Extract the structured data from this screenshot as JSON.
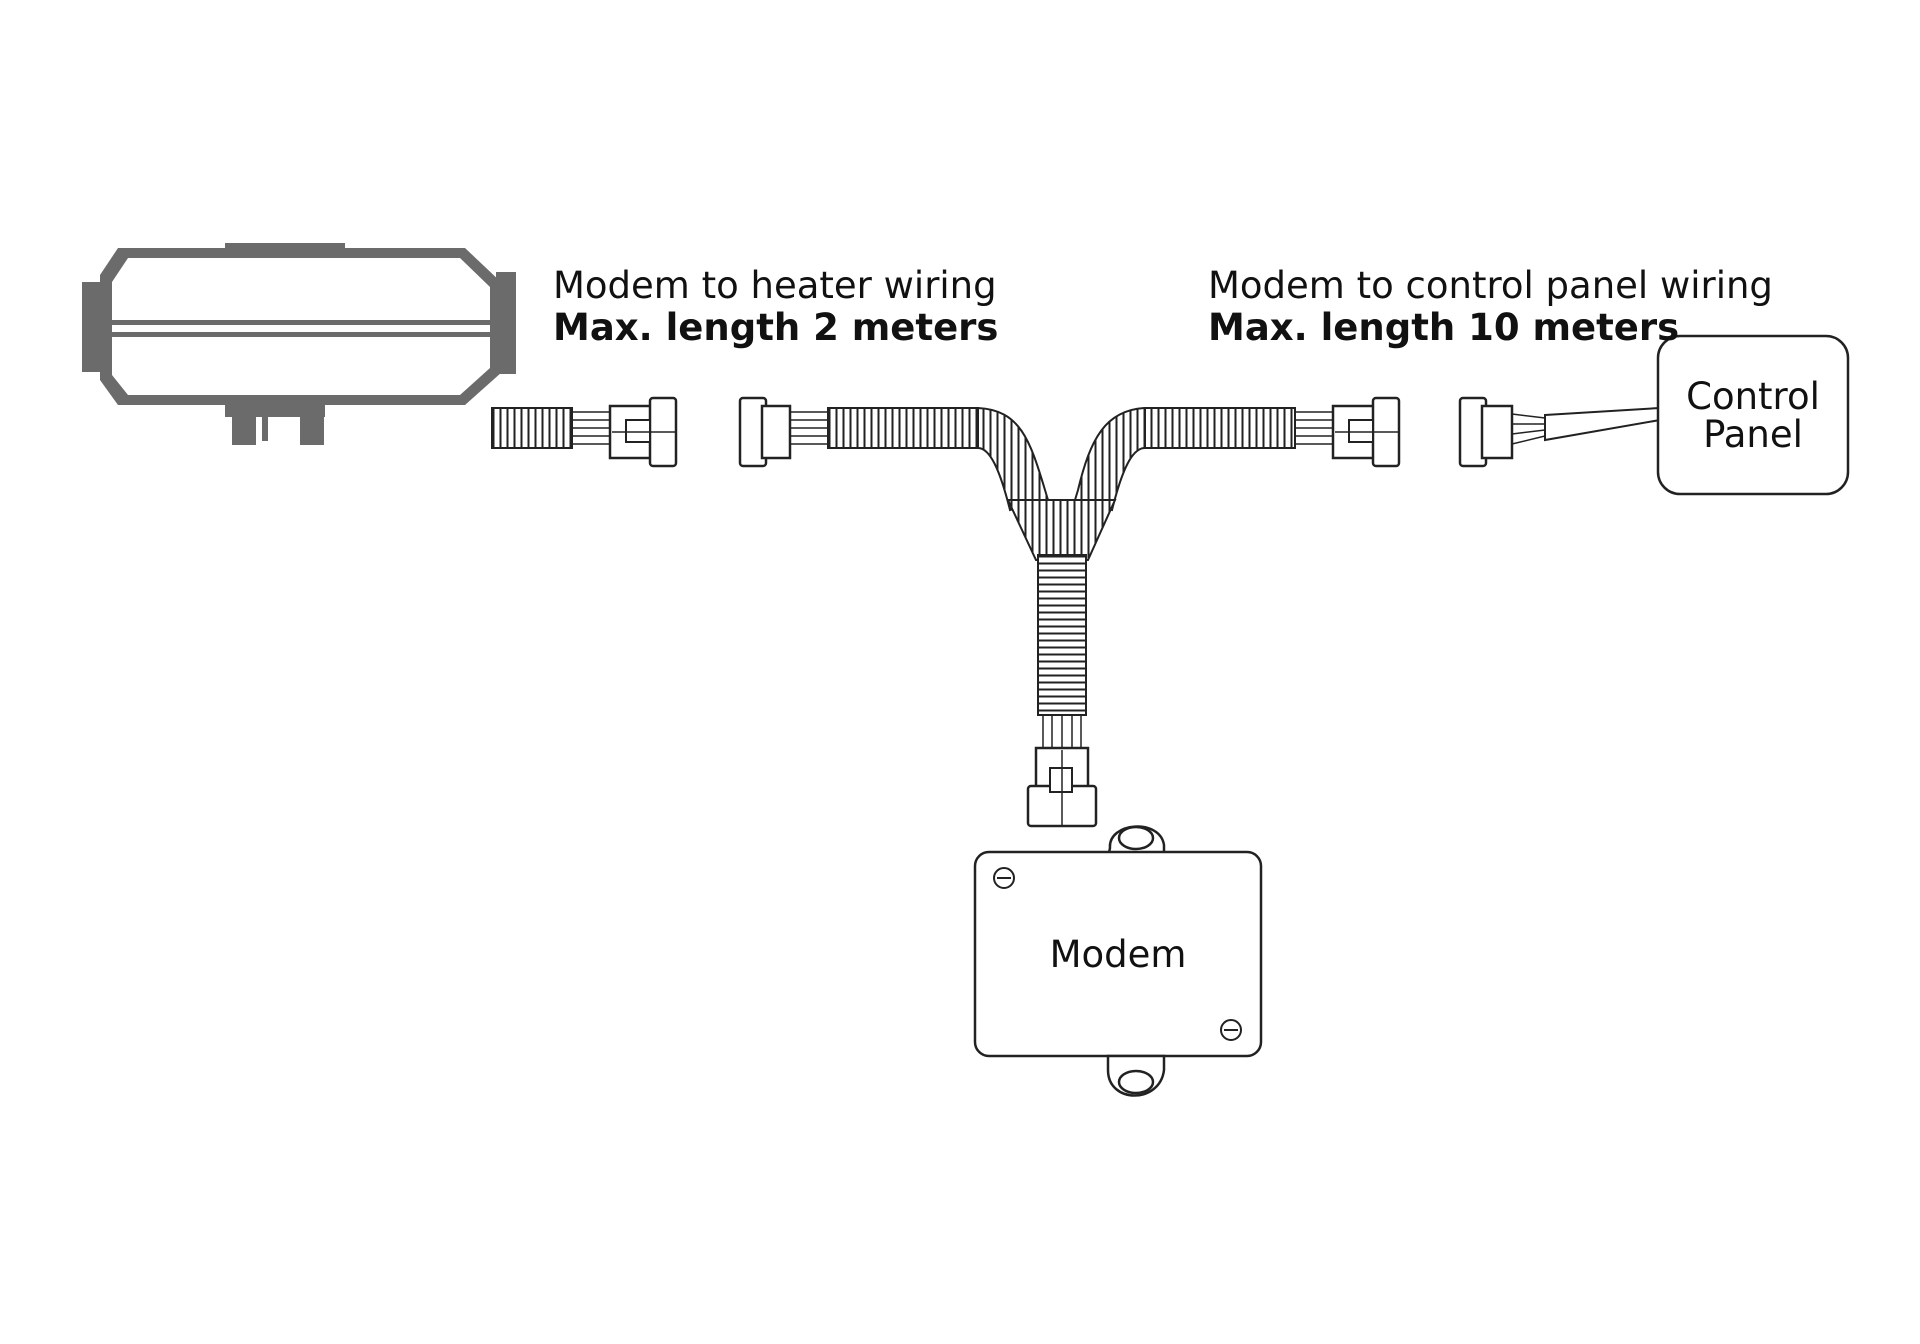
{
  "labels": {
    "heater_wiring_title": "Modem to heater wiring",
    "heater_wiring_length": "Max. length 2 meters",
    "panel_wiring_title": "Modem to control panel wiring",
    "panel_wiring_length": "Max. length 10 meters"
  },
  "components": {
    "control_panel_line1": "Control",
    "control_panel_line2": "Panel",
    "modem": "Modem"
  },
  "icons": {
    "heater": "heater-icon",
    "harness": "y-harness-icon",
    "connector": "plug-connector-icon"
  },
  "colors": {
    "heater_fill": "#6b6b6b",
    "line": "#222222",
    "background": "#ffffff"
  }
}
